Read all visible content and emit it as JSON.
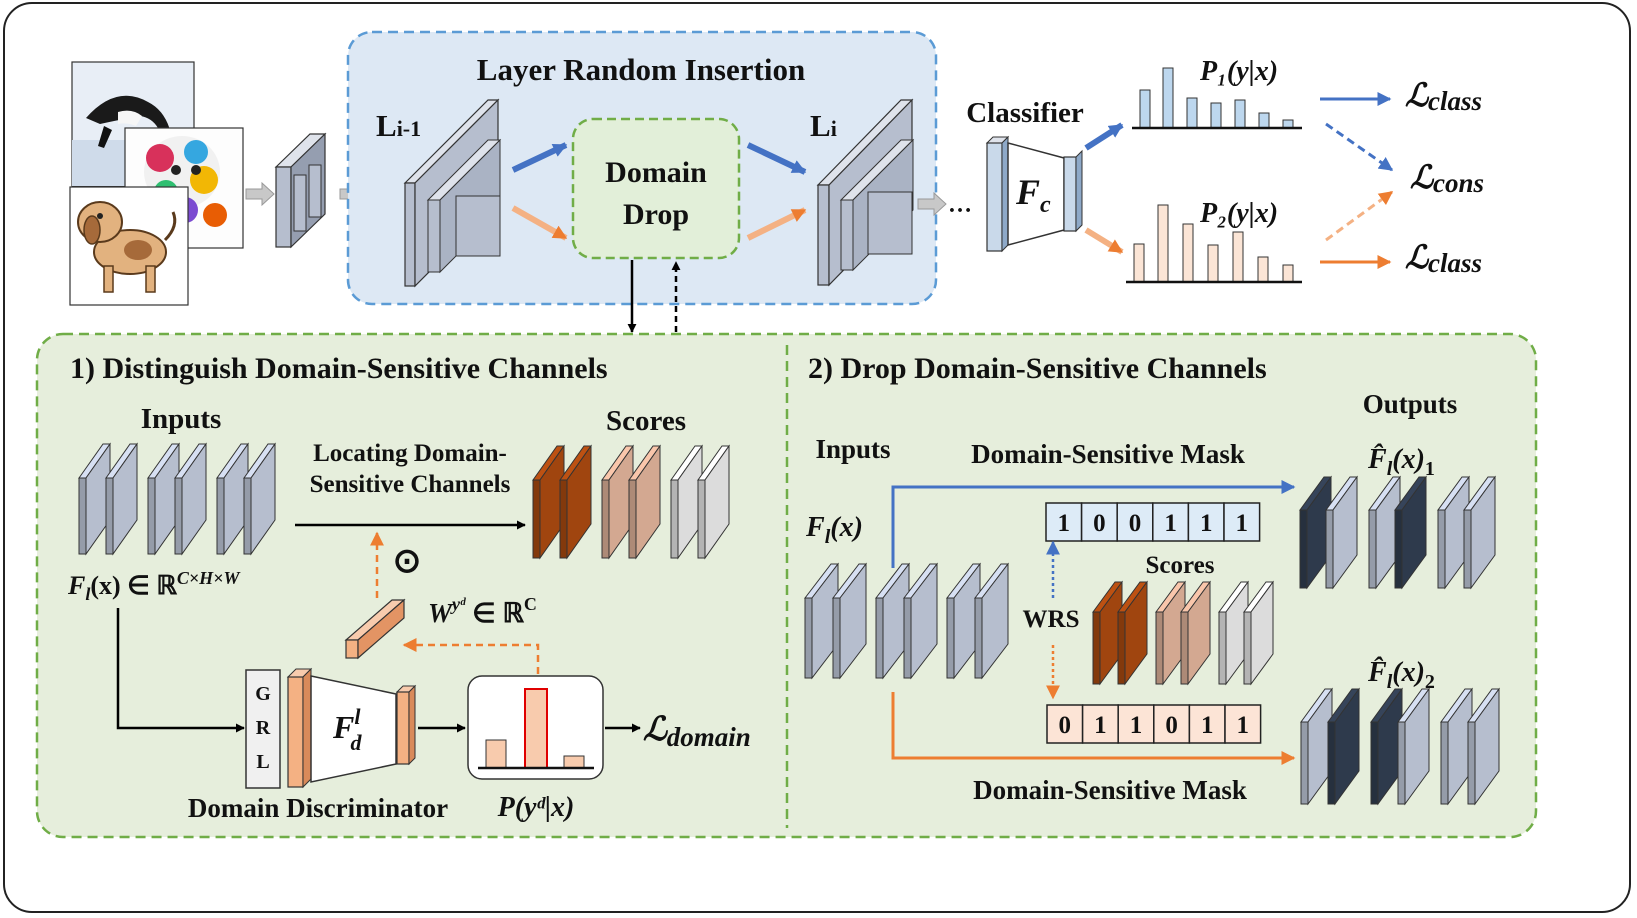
{
  "top": {
    "lri_title": "Layer Random Insertion",
    "layer_prev": "L",
    "layer_prev_sub": "i-1",
    "layer_cur": "L",
    "layer_cur_sub": "i",
    "domain_drop_line1": "Domain",
    "domain_drop_line2": "Drop",
    "ellipsis": "…",
    "classifier_label": "Classifier",
    "classifier_symbol": "F",
    "classifier_sub": "c",
    "p1": "P₁(y|x)",
    "p2": "P₂(y|x)",
    "loss_class_symbol": "ℒ",
    "loss_class_sub": "class",
    "loss_cons_sub": "cons"
  },
  "panel1": {
    "title": "1) Distinguish Domain-Sensitive Channels",
    "inputs_label": "Inputs",
    "scores_label": "Scores",
    "locating_line1": "Locating Domain-",
    "locating_line2": "Sensitive Channels",
    "feature_formula": "F",
    "feature_sub": "l",
    "feature_rest": "(x) ∈ ℝ",
    "feature_sup": "C×H×W",
    "odot": "⊙",
    "weight_formula": "W",
    "weight_sup": "yᵈ",
    "weight_rest": " ∈ ℝ",
    "weight_rest_sup": "C",
    "grl": [
      "G",
      "R",
      "L"
    ],
    "fd_symbol": "F",
    "fd_sub": "d",
    "fd_sup": "l",
    "discriminator_label": "Domain Discriminator",
    "pyd_label": "P(yᵈ|x)",
    "loss_domain_symbol": "ℒ",
    "loss_domain_sub": "domain"
  },
  "panel2": {
    "title": "2) Drop Domain-Sensitive Channels",
    "inputs_label": "Inputs",
    "outputs_label": "Outputs",
    "fl_label": "F",
    "fl_sub": "l",
    "fl_rest": "(x)",
    "mask_label_top": "Domain-Sensitive Mask",
    "mask_label_bottom": "Domain-Sensitive Mask",
    "mask1": [
      "1",
      "0",
      "0",
      "1",
      "1",
      "1"
    ],
    "mask2": [
      "0",
      "1",
      "1",
      "0",
      "1",
      "1"
    ],
    "scores_label": "Scores",
    "wrs_label": "WRS",
    "out1": "F̂",
    "out1_sub": "l",
    "out1_rest": "(x)",
    "out1_idx": "1",
    "out2": "F̂",
    "out2_sub": "l",
    "out2_rest": "(x)",
    "out2_idx": "2"
  },
  "colors": {
    "blue_dash": "#5b9bd5",
    "green_dash": "#70ad47",
    "lri_bg": "#dde8f4",
    "panel_bg": "#e6eedc",
    "dd_bg": "#e2efd9",
    "arrow_blue": "#4472c4",
    "arrow_orange": "#ed7d31",
    "slab_front": "#b6bece",
    "score_dark": "#a0450f",
    "score_mid": "#d3a891",
    "score_light": "#dcdcdc",
    "mask_dark": "#2e3a4c"
  }
}
